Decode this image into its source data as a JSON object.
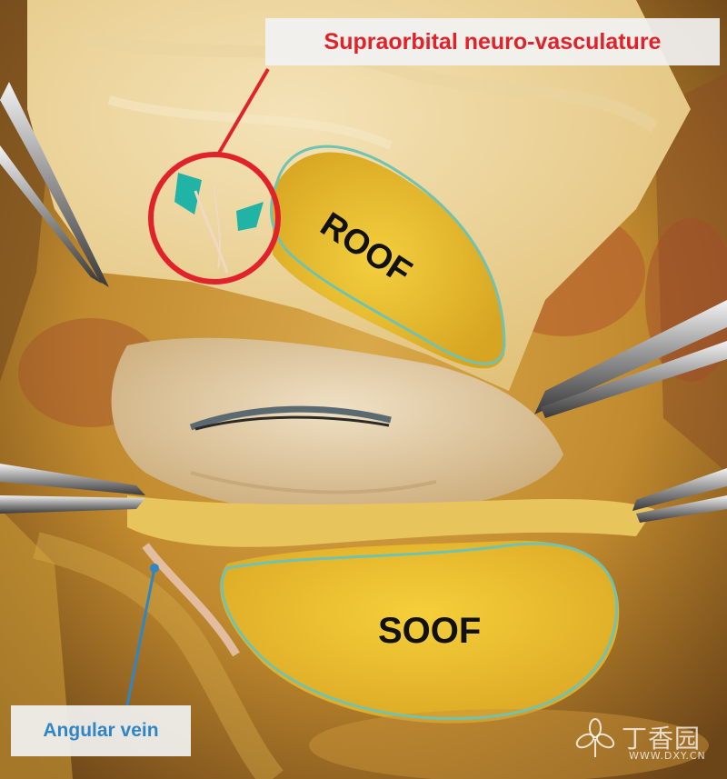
{
  "image": {
    "subject": "cadaveric dissection of the periorbital region",
    "colors": {
      "fat": "#e8b830",
      "suture": "#6fc3b0",
      "marker": "#21b3a6",
      "circle": "#e0222a",
      "pointer": "#2f86c6"
    }
  },
  "annotations": {
    "supraorbital_label": "Supraorbital neuro-vasculature",
    "roof_label": "ROOF",
    "soof_label": "SOOF",
    "angular_vein_label": "Angular vein"
  },
  "watermark": {
    "name": "丁香园",
    "url": "WWW.DXY.CN"
  }
}
